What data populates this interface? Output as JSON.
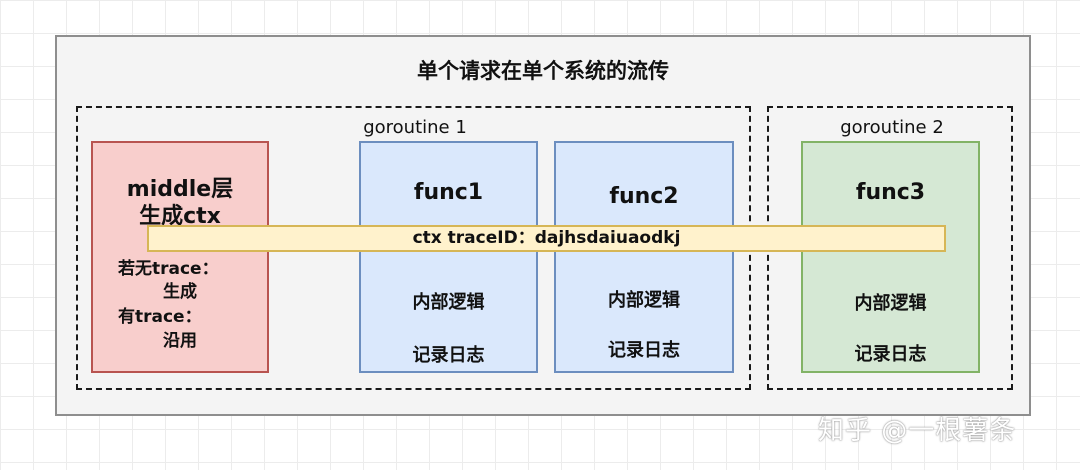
{
  "title": "单个请求在单个系统的流传",
  "groups": [
    {
      "label": "goroutine 1"
    },
    {
      "label": "goroutine 2"
    }
  ],
  "middle": {
    "title_line1": "middle层",
    "title_line2": "生成ctx",
    "lines": [
      "若无trace：",
      "生成",
      "有trace：",
      "沿用"
    ]
  },
  "funcs": [
    {
      "title": "func1",
      "line1": "内部逻辑",
      "line2": "记录日志"
    },
    {
      "title": "func2",
      "line1": "内部逻辑",
      "line2": "记录日志"
    },
    {
      "title": "func3",
      "line1": "内部逻辑",
      "line2": "记录日志"
    }
  ],
  "ctx_bar": "ctx traceID：dajhsdaiuaodkj",
  "watermark": "知乎 @一根薯条",
  "colors": {
    "middle_fill": "#f8cecc",
    "func_fill": "#dae8fc",
    "func3_fill": "#d5e8d4",
    "ctx_fill": "#fff2cc"
  }
}
